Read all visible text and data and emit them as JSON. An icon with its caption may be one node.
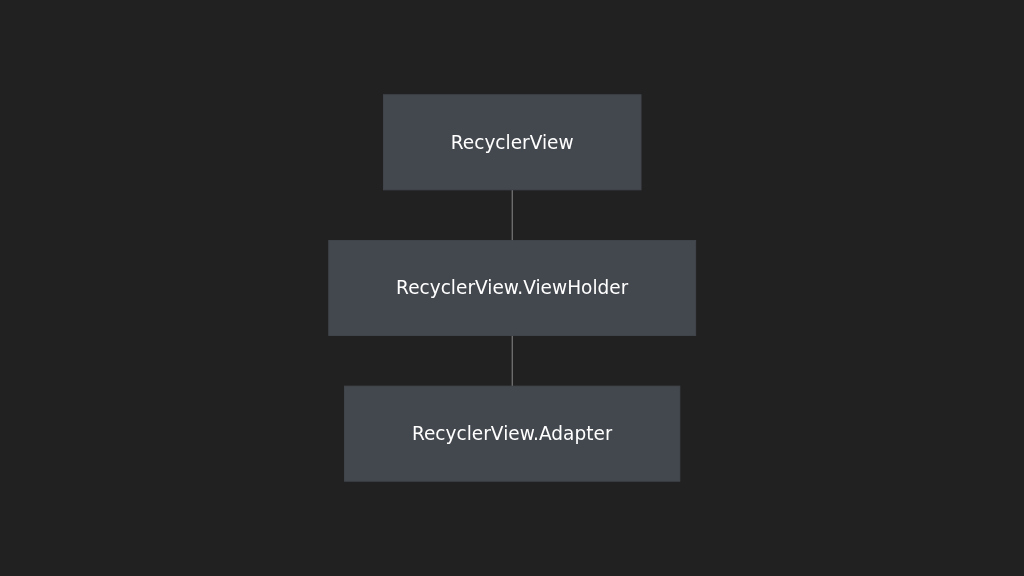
{
  "diagram": {
    "nodes": [
      {
        "text": [
          "RecyclerView"
        ]
      },
      {
        "text": [
          "RecyclerView.ViewHolder"
        ]
      },
      {
        "text": [
          "RecyclerView.Adapter"
        ]
      }
    ],
    "edges": [
      {
        "from": 0,
        "to": 1,
        "arrow": "none"
      },
      {
        "from": 1,
        "to": 2,
        "arrow": "none"
      }
    ]
  }
}
